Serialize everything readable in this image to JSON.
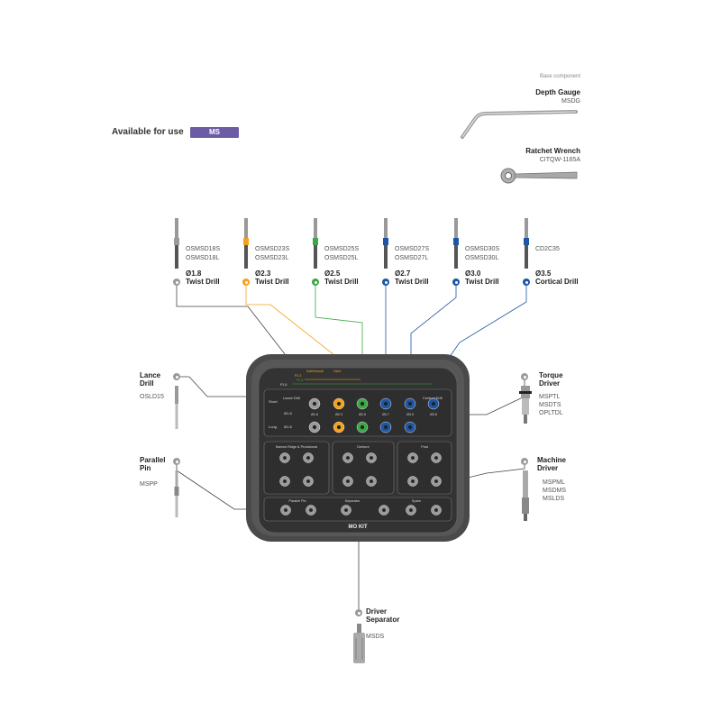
{
  "base_component": "Base component",
  "depth_gauge": {
    "name": "Depth Gauge",
    "code": "MSDG"
  },
  "ratchet_wrench": {
    "name": "Ratchet Wrench",
    "code": "CITQW-1165A"
  },
  "available": {
    "label": "Available for use",
    "badge": "MS"
  },
  "drills": [
    {
      "codes": [
        "OSMSD18S",
        "OSMSD18L"
      ],
      "size": "Ø1.8",
      "name": "Twist Drill",
      "color": "#9a9a9a"
    },
    {
      "codes": [
        "OSMSD23S",
        "OSMSD23L"
      ],
      "size": "Ø2.3",
      "name": "Twist Drill",
      "color": "#f4a21c"
    },
    {
      "codes": [
        "OSMSD25S",
        "OSMSD25L"
      ],
      "size": "Ø2.5",
      "name": "Twist Drill",
      "color": "#3aa845"
    },
    {
      "codes": [
        "OSMSD27S",
        "OSMSD27L"
      ],
      "size": "Ø2.7",
      "name": "Twist Drill",
      "color": "#1d56a6"
    },
    {
      "codes": [
        "OSMSD30S",
        "OSMSD30L"
      ],
      "size": "Ø3.0",
      "name": "Twist Drill",
      "color": "#1d56a6"
    },
    {
      "codes": [
        "CD2C35"
      ],
      "size": "Ø3.5",
      "name": "Cortical Drill",
      "color": "#1d56a6"
    }
  ],
  "lance_drill": {
    "name": [
      "Lance",
      "Drill"
    ],
    "code": "OSLD15"
  },
  "parallel_pin": {
    "name": [
      "Parallel",
      "Pin"
    ],
    "code": "MSPP"
  },
  "torque_driver": {
    "name": [
      "Torque",
      "Driver"
    ],
    "codes": [
      "MSPTL",
      "MSDTS",
      "OPLTDL"
    ]
  },
  "machine_driver": {
    "name": [
      "Machine",
      "Driver"
    ],
    "codes": [
      "MSPML",
      "MSDMS",
      "MSLDS"
    ]
  },
  "driver_separator": {
    "name": [
      "Driver",
      "Separator"
    ],
    "code": "MSDS"
  },
  "kit": {
    "logo": "MO KIT",
    "top_labels": {
      "short": "Short",
      "long": "Long",
      "lance": "Lance Drill",
      "cortical": "Cortical Drill",
      "p1": "P1.8",
      "p2": "P2.3",
      "p3": "P2.5",
      "soft1": "Soft/Normal",
      "hard": "Hard"
    },
    "hole_sizes": [
      "Ø1.8",
      "Ø2.3",
      "Ø2.5",
      "Ø2.7",
      "Ø3.0",
      "Ø3.5"
    ],
    "row_lance_sizes": [
      "Ø1.8",
      "Ø1.8"
    ],
    "sections": [
      "Narrow Ridge & Provisional",
      "Denture",
      "Post"
    ],
    "bottom_sections": [
      "Parallel Pin",
      "Separator",
      "Spare"
    ]
  },
  "colors": {
    "gray": "#9a9a9a",
    "orange": "#f4a21c",
    "green": "#3aa845",
    "blue": "#1d56a6",
    "badge": "#6b5ca5",
    "kit": "#4a4a4a"
  }
}
